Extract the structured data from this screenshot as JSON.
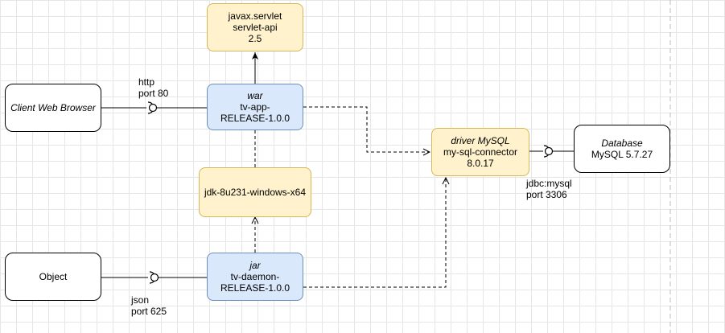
{
  "nodes": {
    "servlet_api": {
      "line1": "javax.servlet",
      "line2": "servlet-api",
      "line3": "2.5"
    },
    "client_browser": {
      "label": "Client Web Browser"
    },
    "war": {
      "stereotype": "war",
      "line1": "tv-app-",
      "line2": "RELEASE-1.0.0"
    },
    "jdk": {
      "label": "jdk-8u231-windows-x64"
    },
    "object": {
      "label": "Object"
    },
    "jar": {
      "stereotype": "jar",
      "line1": "tv-daemon-",
      "line2": "RELEASE-1.0.0"
    },
    "driver": {
      "stereotype": "driver MySQL",
      "line1": "my-sql-connector",
      "line2": "8.0.17"
    },
    "database": {
      "stereotype": "Database",
      "line1": "MySQL 5.7.27"
    }
  },
  "interfaces": {
    "http": {
      "line1": "http",
      "line2": "port 80"
    },
    "json": {
      "line1": "json",
      "line2": "port 625"
    },
    "jdbc": {
      "line1": "jdbc:mysql",
      "line2": "port 3306"
    }
  },
  "colors": {
    "component_fill": "#dae8fc",
    "component_stroke": "#6c8ebf",
    "library_fill": "#fff2cc",
    "library_stroke": "#d6b656",
    "external_fill": "#ffffff",
    "external_stroke": "#000000",
    "grid": "#e6e6e6"
  }
}
